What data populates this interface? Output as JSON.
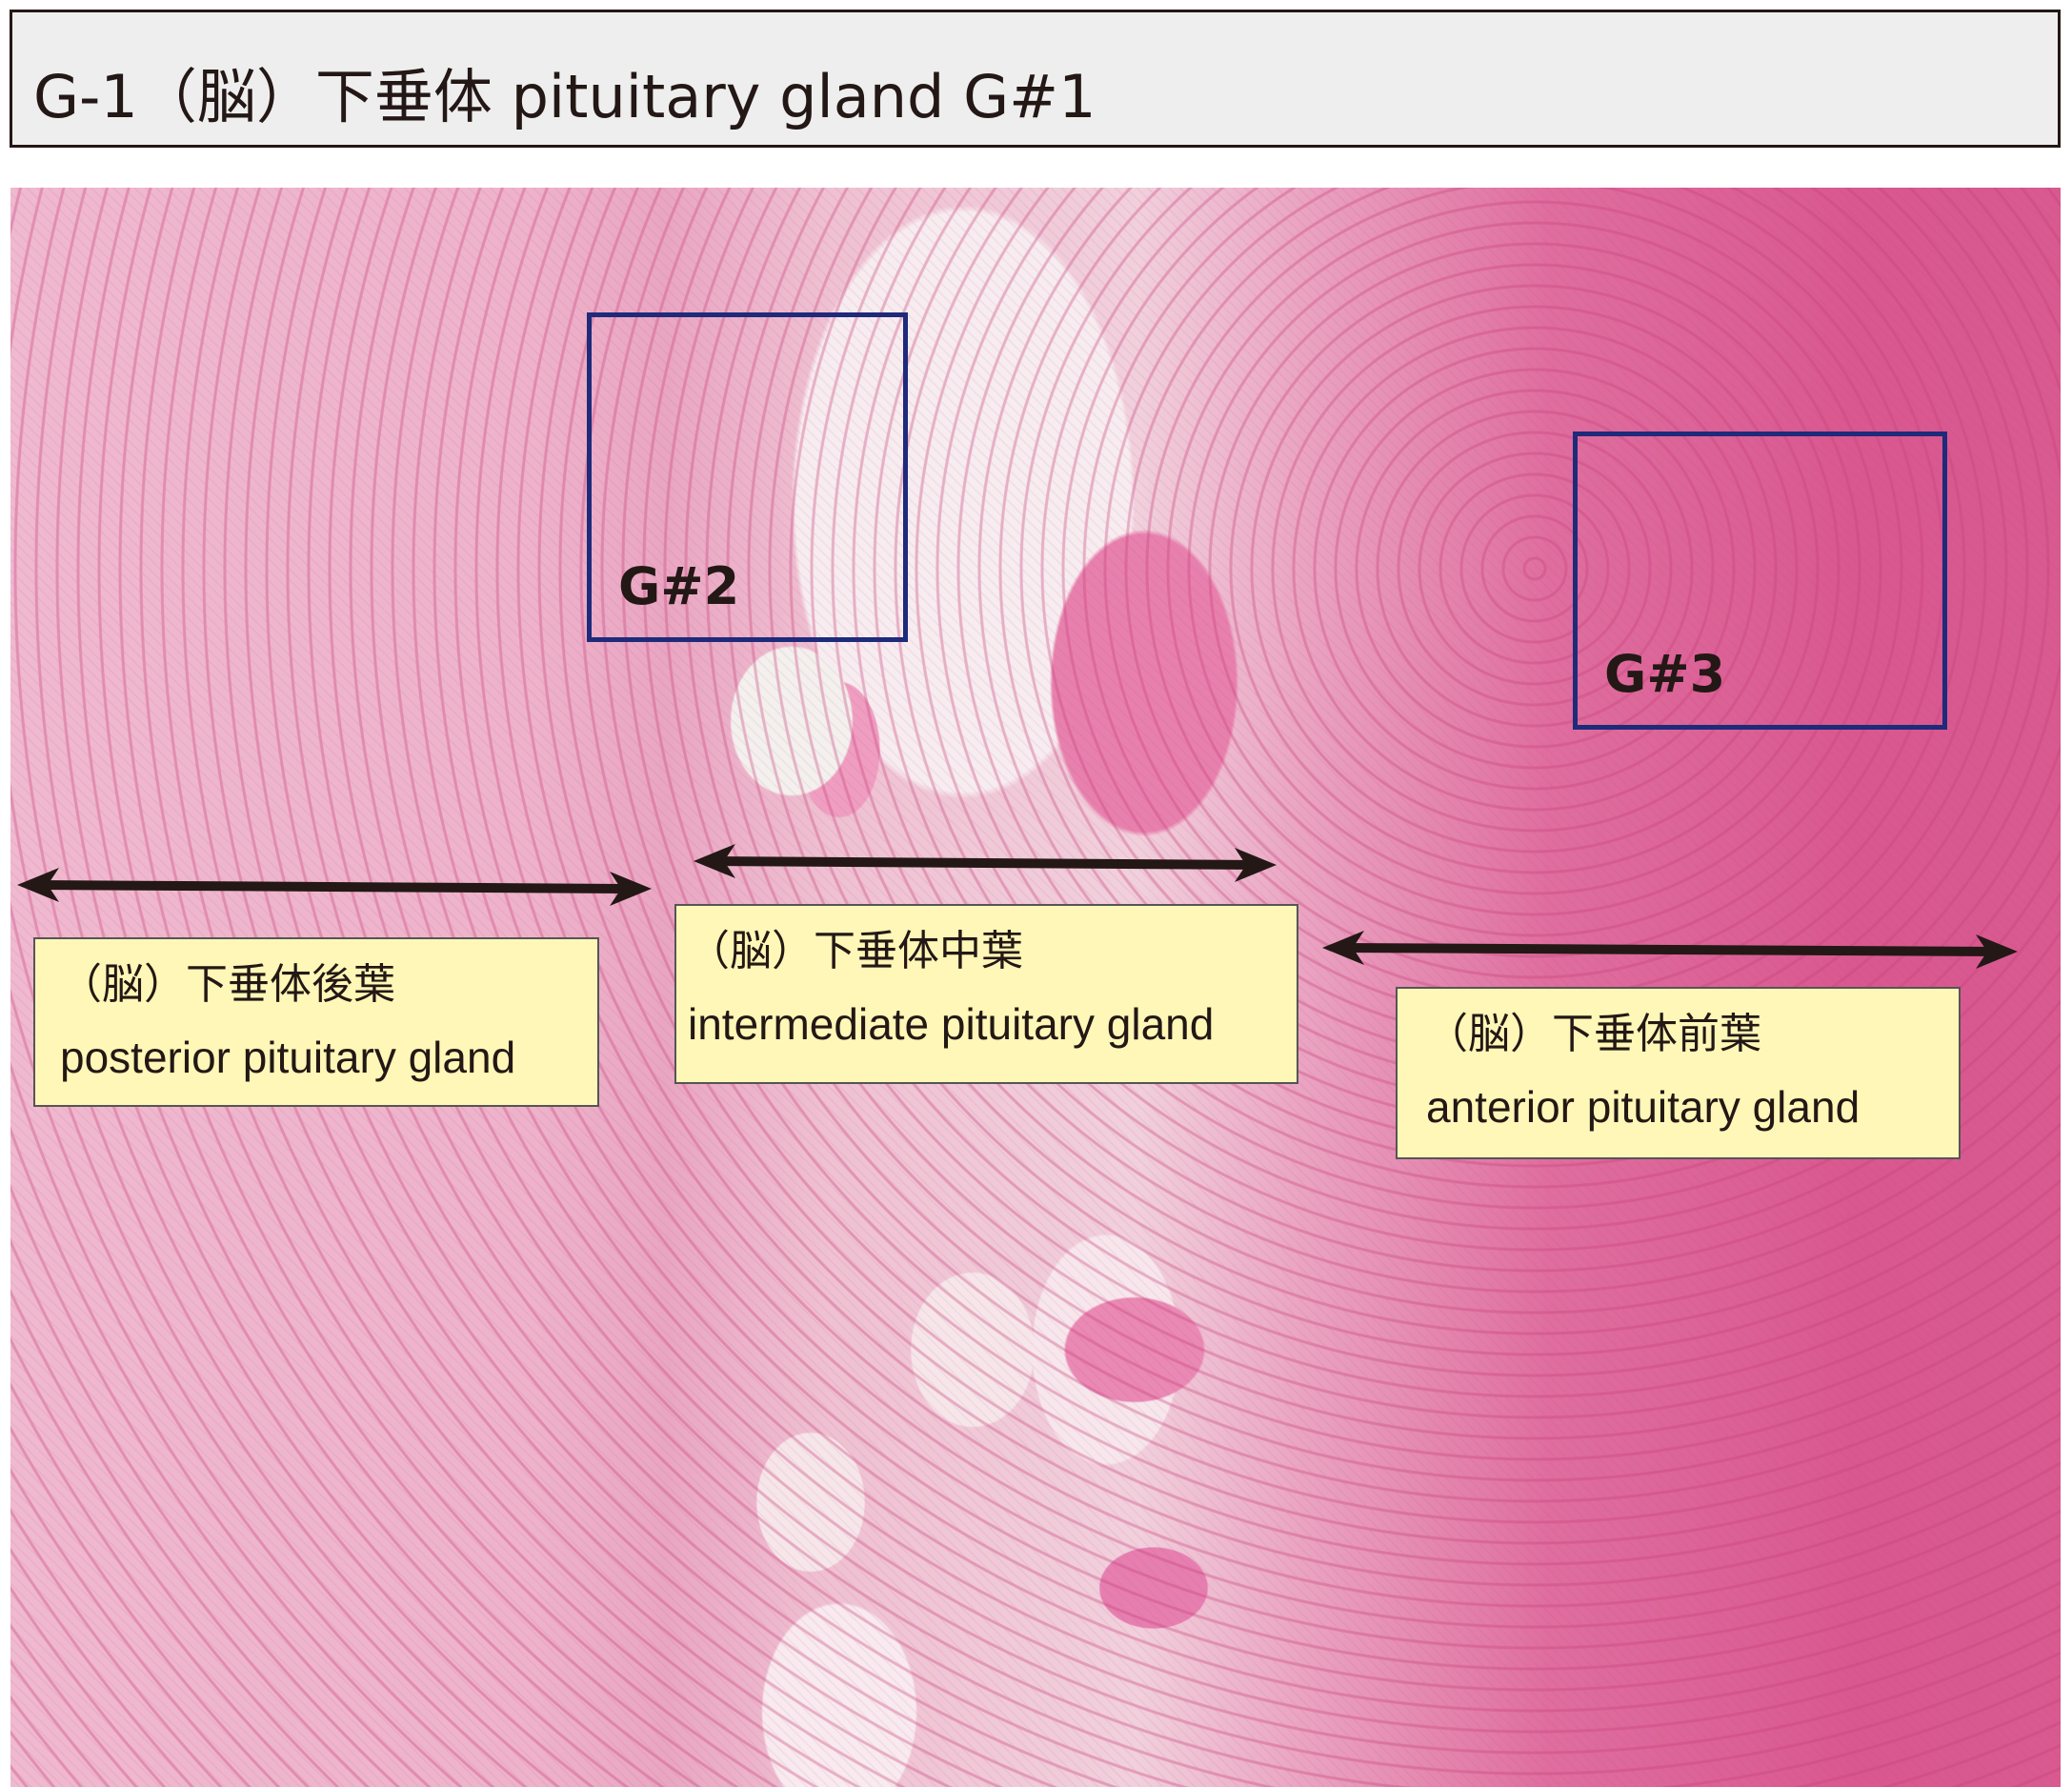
{
  "title": "G-1（脳）下垂体 pituitary gland G#1",
  "regions": {
    "g2": "G#2",
    "g3": "G#3"
  },
  "labels": {
    "posterior": {
      "jp": "（脳）下垂体後葉",
      "en": "posterior pituitary gland"
    },
    "intermediate": {
      "jp": "（脳）下垂体中葉",
      "en": "intermediate pituitary gland"
    },
    "anterior": {
      "jp": "（脳）下垂体前葉",
      "en": "anterior pituitary gland"
    }
  },
  "colors": {
    "roi_border": "#1e2a7a",
    "label_bg": "#fff7b7",
    "arrow": "#231815"
  }
}
